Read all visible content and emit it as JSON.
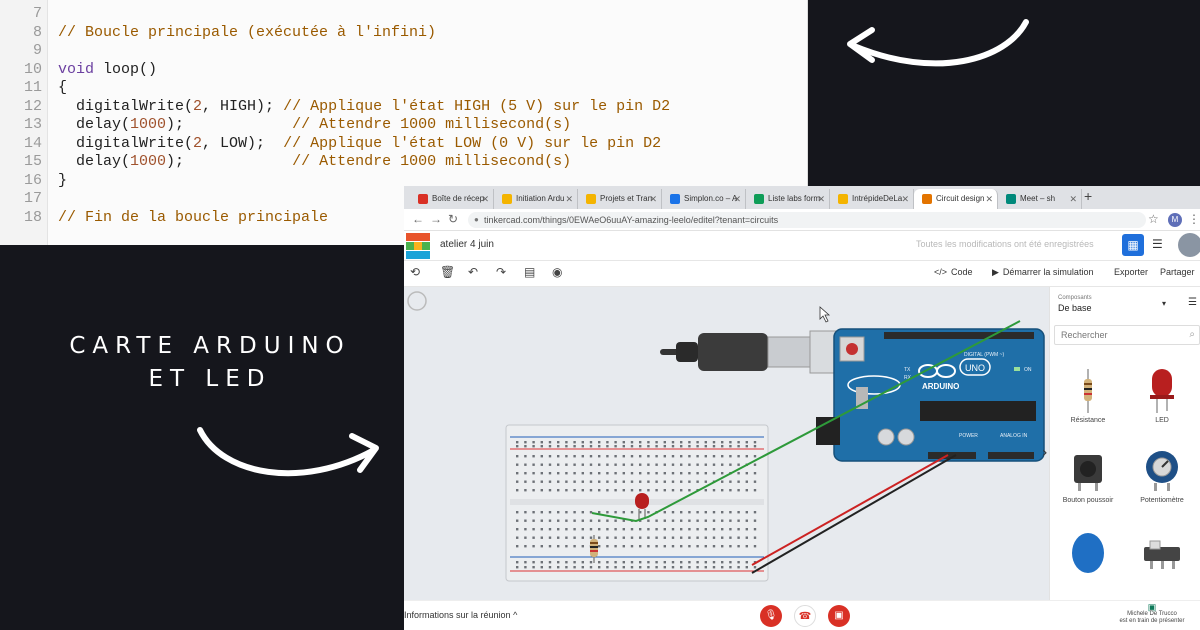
{
  "code": {
    "lines": [
      {
        "n": "7",
        "parts": []
      },
      {
        "n": "8",
        "parts": [
          {
            "t": "// Boucle principale (exécutée à l'infini)",
            "c": "c-comment"
          }
        ]
      },
      {
        "n": "9",
        "parts": []
      },
      {
        "n": "10",
        "parts": [
          {
            "t": "void",
            "c": "c-kw"
          },
          {
            "t": " loop()",
            "c": "c-fn"
          }
        ]
      },
      {
        "n": "11",
        "parts": [
          {
            "t": "{",
            "c": "c-fn"
          }
        ]
      },
      {
        "n": "12",
        "parts": [
          {
            "t": "  digitalWrite(",
            "c": "c-fn"
          },
          {
            "t": "2",
            "c": "c-num"
          },
          {
            "t": ", HIGH); ",
            "c": "c-fn"
          },
          {
            "t": "// Applique l'état HIGH (5 V) sur le pin D2",
            "c": "c-comment"
          }
        ]
      },
      {
        "n": "13",
        "parts": [
          {
            "t": "  delay(",
            "c": "c-fn"
          },
          {
            "t": "1000",
            "c": "c-num"
          },
          {
            "t": ");            ",
            "c": "c-fn"
          },
          {
            "t": "// Attendre 1000 millisecond(s)",
            "c": "c-comment"
          }
        ]
      },
      {
        "n": "14",
        "parts": [
          {
            "t": "  digitalWrite(",
            "c": "c-fn"
          },
          {
            "t": "2",
            "c": "c-num"
          },
          {
            "t": ", LOW);  ",
            "c": "c-fn"
          },
          {
            "t": "// Applique l'état LOW (0 V) sur le pin D2",
            "c": "c-comment"
          }
        ]
      },
      {
        "n": "15",
        "parts": [
          {
            "t": "  delay(",
            "c": "c-fn"
          },
          {
            "t": "1000",
            "c": "c-num"
          },
          {
            "t": ");            ",
            "c": "c-fn"
          },
          {
            "t": "// Attendre 1000 millisecond(s)",
            "c": "c-comment"
          }
        ]
      },
      {
        "n": "16",
        "parts": [
          {
            "t": "}",
            "c": "c-fn"
          }
        ]
      },
      {
        "n": "17",
        "parts": []
      },
      {
        "n": "18",
        "parts": [
          {
            "t": "// Fin de la boucle principale",
            "c": "c-comment"
          }
        ]
      }
    ]
  },
  "title": {
    "line1": "CARTE ARDUINO",
    "line2": "ET LED"
  },
  "browser": {
    "tabs": [
      {
        "label": "Boîte de récep",
        "fav_color": "#d93025"
      },
      {
        "label": "Initiation Ardu",
        "fav_color": "#f4b400"
      },
      {
        "label": "Projets et Tran",
        "fav_color": "#f4b400"
      },
      {
        "label": "Simplon.co – A",
        "fav_color": "#1a73e8"
      },
      {
        "label": "Liste labs form",
        "fav_color": "#0f9d58"
      },
      {
        "label": "IntrépideDeLa",
        "fav_color": "#f4b400"
      },
      {
        "label": "Circuit design",
        "fav_color": "#e37400"
      },
      {
        "label": "Meet – sh",
        "fav_color": "#00897b"
      }
    ],
    "url": "tinkercad.com/things/0EWAeO6uuAY-amazing-leelo/editel?tenant=circuits",
    "avatar_initial": "M"
  },
  "tinkercad": {
    "project_name": "atelier 4 juin",
    "save_status": "Toutes les modifications ont été enregistrées",
    "toolbar": {
      "code_label": "Code",
      "simulate_label": "Démarrer la simulation",
      "export_label": "Exporter",
      "share_label": "Partager"
    },
    "components": {
      "category_label": "Composants",
      "category_value": "De base",
      "search_placeholder": "Rechercher",
      "items": [
        "Résistance",
        "LED",
        "Bouton poussoir",
        "Potentiomètre"
      ]
    },
    "board": {
      "brand": "ARDUINO",
      "model": "UNO",
      "digital_label": "DIGITAL (PWM ~)",
      "power_label": "POWER",
      "analog_label": "ANALOG IN",
      "tx": "TX",
      "rx": "RX",
      "on": "ON"
    }
  },
  "meet": {
    "info_label": "Informations sur la réunion",
    "presenter_name": "Michele De Trucco",
    "presenter_status": "est en train de présenter"
  },
  "colors": {
    "background": "#15161c",
    "arduino_blue": "#1f6fa8",
    "wire_green": "#2e9a3a",
    "wire_red": "#cc2222",
    "meet_red": "#d93025"
  }
}
